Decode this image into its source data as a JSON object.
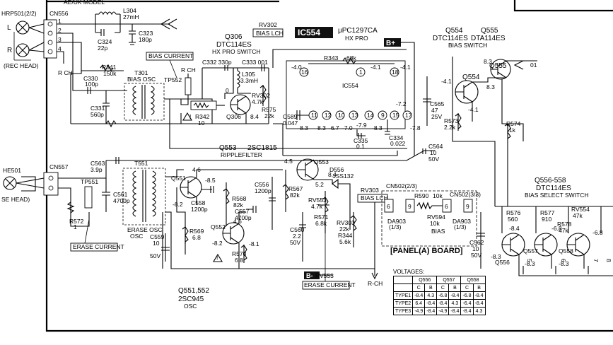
{
  "top_model_label": "AE/UK MODEL",
  "ic": {
    "ref": "IC554",
    "part": "μPC1297CA",
    "sub": "HX PRO",
    "body_label": "IC554",
    "supply": "B+"
  },
  "connectors": {
    "hrp501": "HRP501(2/2)",
    "cn556": "CN556",
    "rec_head": "(REC HEAD)",
    "l": "L",
    "r": "R",
    "rch": "R CH",
    "he501": "HE501",
    "erase_head": "SE HEAD)",
    "cn557": "CN557",
    "cn502_2_3": "CN502(2/3)",
    "cn502_3_3": "CN502(3/3)",
    "rch_out": "R-CH"
  },
  "pins_cn556": [
    "1",
    "2",
    "3",
    "4"
  ],
  "components": {
    "l304": "L304",
    "l304_v": "27mH",
    "c324": "C324",
    "c324_v": "22p",
    "c323": "C323",
    "c323_v": "180p",
    "r341": "R341",
    "r341_v": "150k",
    "c330": "C330",
    "c330_v": "100p",
    "t301": "T301",
    "t301_l": "BIAS OSC",
    "c331": "C331",
    "c331_v": "560p",
    "rv302": "RV302",
    "rv302_l": "BIAS LCH",
    "q306": "Q306",
    "q306_p": "DTC114ES",
    "q306_l": "HX PRO SWITCH",
    "q306_b": "Q306",
    "c332": "C332 330p",
    "c333": "C333 001",
    "l305": "L305",
    "l305_v": "3.3mH",
    "r343": "R343",
    "r343_v": "68k",
    "rv302b": "RV302",
    "rv302b_v": "4.7k",
    "r342": "R342",
    "r342_v": "10",
    "r575": "R575",
    "r575_v": "22k",
    "c589": "C589",
    "c589_v": "0.047",
    "c335": "C335",
    "c335_v": "0.1",
    "c334": "C334",
    "c334_v": "0.022",
    "q554": "Q554",
    "q554_p": "DTC114ES",
    "q555": "Q555",
    "q555_p": "DTA114ES",
    "bias_switch": "BIAS SWITCH",
    "c565": "C565",
    "c565_v": "47",
    "c565_v2": "25V",
    "r573": "R573",
    "r573_v": "2.2k",
    "r574": "R574",
    "r574_v": "1k",
    "c564": "C564",
    "c564_v": "10",
    "c564_v2": "50V",
    "q553": "Q553",
    "q553_p": "2SC1815",
    "ripple": "RIPPLEFILTER",
    "q553b": "Q553",
    "d556": "D556",
    "d556_p": "1SS132",
    "c563": "C563",
    "c563_v": "3.9p",
    "t551": "T551",
    "tp551": "TP551",
    "tp552": "TP552",
    "c561": "C561",
    "c561_v": "4700p",
    "r572": "R572",
    "r572_v": "1",
    "erase_osc": "ERASE OSC",
    "q551": "Q551",
    "c558": "C558",
    "c558_v": "1200p",
    "r568": "R568",
    "r568_v": "82k",
    "c557": "C557",
    "c557_v": "4700p",
    "c556": "C556",
    "c556_v": "1200p",
    "r567": "R567",
    "r567_v": "82k",
    "q552": "Q552",
    "c559": "C559",
    "c559_v": "10",
    "c559_v2": "50V",
    "r569": "R569",
    "r569_v": "6.8",
    "r570": "R570",
    "r570_v": "6.8",
    "rv553": "RV553",
    "rv553_v": "4.7k",
    "r571": "R571",
    "r571_v": "6.8k",
    "c560": "C560",
    "c560_v": "2.2",
    "c560_v2": "50V",
    "rv303": "RV303",
    "rv303_v": "22k",
    "r344": "R344",
    "r344_v": "5.6k",
    "rv303_l": "BIAS LCH",
    "r590": "R590",
    "r590_v": "10k",
    "rv594": "RV594",
    "rv594_v": "10k",
    "bias": "BIAS",
    "da903a": "DA903",
    "da903a_s": "(1/3)",
    "da903b": "DA903",
    "da903b_s": "(1/3)",
    "panel": "[PANEL(A) BOARD]",
    "c562": "C562",
    "c562_v": "10",
    "c562_v2": "50V",
    "q556_558": "Q556-558",
    "q556_558_p": "DTC114ES",
    "q556_558_l": "BIAS SELECT SWITCH",
    "r576": "R576",
    "r576_v": "560",
    "r577": "R577",
    "r577_v": "910",
    "r578": "R578",
    "r578_v": "47k",
    "rv554": "RV554",
    "rv554_v": "47k",
    "q556": "Q556",
    "q557": "Q557",
    "q558": "Q558",
    "q551_552": "Q551,552",
    "q551_552_p": "2SC945",
    "q551_552_l": "OSC",
    "rv553_l": "RV553",
    "erase_current": "ERASE CURRENT",
    "erase_current2": "ERASE CURRENT",
    "bias_current": "BIAS CURRENT",
    "b_minus": "B-"
  },
  "ic_pins": [
    "16",
    "1",
    "18",
    "11",
    "12",
    "10",
    "13",
    "14",
    "9",
    "15",
    "17"
  ],
  "voltages": {
    "pin16": "-4.0",
    "pin1": "-4.1",
    "pin18": "-4.1",
    "pin11": "8.3",
    "pin12": "8.3",
    "pin10": "-6.7",
    "pin13": "-7.0",
    "pin14": "-7.9",
    "pin9": "-8.3",
    "pin15": "-7.2",
    "pin17": "-7.8",
    "q306_e": "8.4",
    "q306_b": "0",
    "q555_1": "8.3",
    "q555_2": "01",
    "q554_a": "-4.1",
    "q554_b": "8.3",
    "q554_c": "-4.1",
    "q553_a": "4.5",
    "q553_b": "8.4",
    "q553_c": "5.2",
    "q551_a": "4.6",
    "q551_b": "-8.5",
    "q551_c": "-8.2",
    "q552_a": "4.6",
    "q552_b": "-8.2",
    "q552_c": "-8.1",
    "q556_a": "-8.4",
    "q556_b": "-8.3",
    "q557_a": "-6.8",
    "q557_b": "-8.3",
    "q558_a": "-6.8",
    "q558_b": "-8.3",
    "pins_out": [
      "5",
      "6",
      "7",
      "8"
    ]
  },
  "table": {
    "title": "VOLTAGES:",
    "headers": [
      "Q556",
      "Q557",
      "Q558"
    ],
    "subheaders": [
      "C",
      "B",
      "C",
      "B",
      "C",
      "B"
    ],
    "rows": [
      {
        "label": "TYPE1",
        "cells": [
          "-8.4",
          "4.3",
          "-6.8",
          "-8.4",
          "-6.8",
          "-8.4"
        ]
      },
      {
        "label": "TYPE2",
        "cells": [
          "6.4",
          "-8.4",
          "-8.4",
          "4.3",
          "-6.4",
          "-8.4"
        ]
      },
      {
        "label": "TYPE3",
        "cells": [
          "-4.9",
          "-8.4",
          "-4.9",
          "-8.4",
          "-8.4",
          "4.3"
        ]
      }
    ]
  }
}
